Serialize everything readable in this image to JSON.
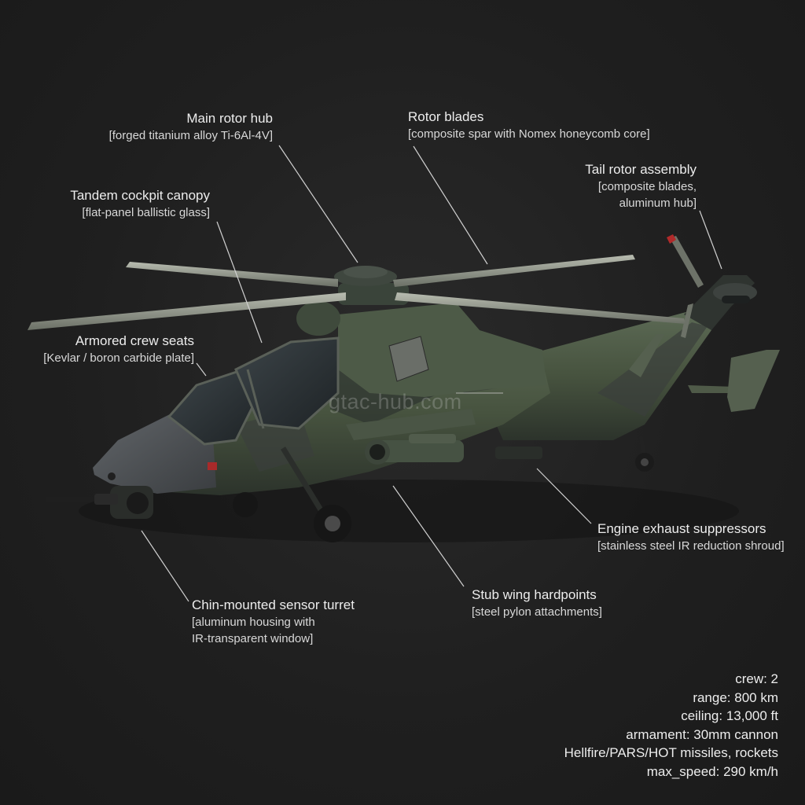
{
  "watermark": "gtac-hub.com",
  "callouts": {
    "main_rotor_hub": {
      "title": "Main rotor hub",
      "material": "[forged titanium alloy Ti-6Al-4V]"
    },
    "rotor_blades": {
      "title": "Rotor blades",
      "material": "[composite spar with Nomex honeycomb core]"
    },
    "tail_rotor": {
      "title": "Tail rotor assembly",
      "material_line1": "[composite blades,",
      "material_line2": "aluminum hub]"
    },
    "cockpit_canopy": {
      "title": "Tandem cockpit canopy",
      "material": "[flat-panel ballistic glass]"
    },
    "crew_seats": {
      "title": "Armored crew seats",
      "material": "[Kevlar / boron carbide plate]"
    },
    "exhaust": {
      "title": "Engine exhaust suppressors",
      "material": "[stainless steel IR reduction shroud]"
    },
    "stub_wing": {
      "title": "Stub wing hardpoints",
      "material": "[steel pylon attachments]"
    },
    "sensor_turret": {
      "title": "Chin-mounted sensor turret",
      "material_line1": "[aluminum housing with",
      "material_line2": "IR-transparent window]"
    }
  },
  "specs": {
    "crew": "crew: 2",
    "range": "range: 800 km",
    "ceiling": "ceiling: 13,000 ft",
    "armament_line1": "armament: 30mm cannon",
    "armament_line2": "Hellfire/PARS/HOT missiles, rockets",
    "max_speed": "max_speed: 290 km/h"
  },
  "colors": {
    "background": "#1f1f1f",
    "camo_green": "#4a5a44",
    "camo_dark": "#2e3530",
    "camo_grey": "#5a5f5c",
    "leader_line": "#d0d0d0",
    "tail_tip_red": "#b02a2a"
  }
}
